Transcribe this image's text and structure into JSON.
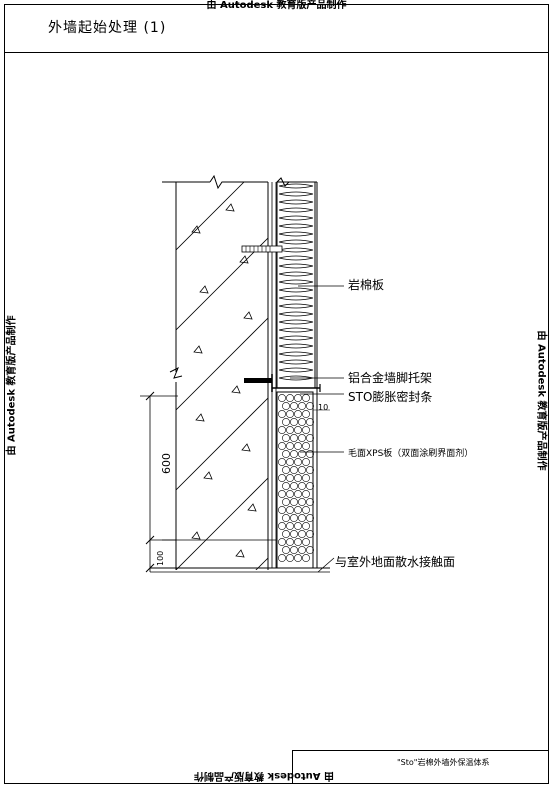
{
  "title": "外墙起始处理 (1)",
  "watermark": "由 Autodesk 教育版产品制作",
  "labels": {
    "rockwool": "岩棉板",
    "bracket": "铝合金墙脚托架",
    "seal": "STO膨胀密封条",
    "xps": "毛面XPS板（双面涂刷界面剂）",
    "ground": "与室外地面散水接触面"
  },
  "dimensions": {
    "d600": "600",
    "d100": "100",
    "d10": "10"
  },
  "title_block": {
    "system_name": "\"Sto\"岩棉外墙外保温体系"
  }
}
